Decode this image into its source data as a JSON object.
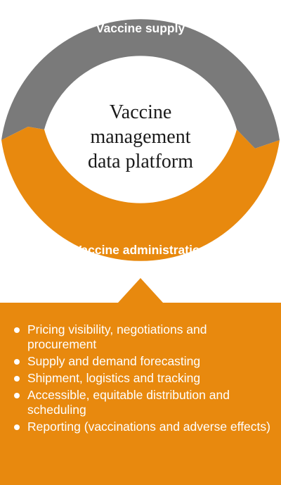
{
  "colors": {
    "supply_arc": "#7a7a7a",
    "administration_arc": "#e8890e",
    "info_box": "#e8890e",
    "text_light": "#ffffff",
    "text_dark": "#1a1a1a"
  },
  "cycle": {
    "top_label": "Vaccine supply",
    "bottom_label": "Vaccine administration",
    "center_lines": [
      "Vaccine",
      "management",
      "data platform"
    ]
  },
  "info_box": {
    "items": [
      "Pricing visibility, negotiations and procurement",
      "Supply and demand forecasting",
      "Shipment, logistics and tracking",
      "Accessible, equitable  distribution and scheduling",
      "Reporting (vaccinations and adverse effects)"
    ]
  }
}
